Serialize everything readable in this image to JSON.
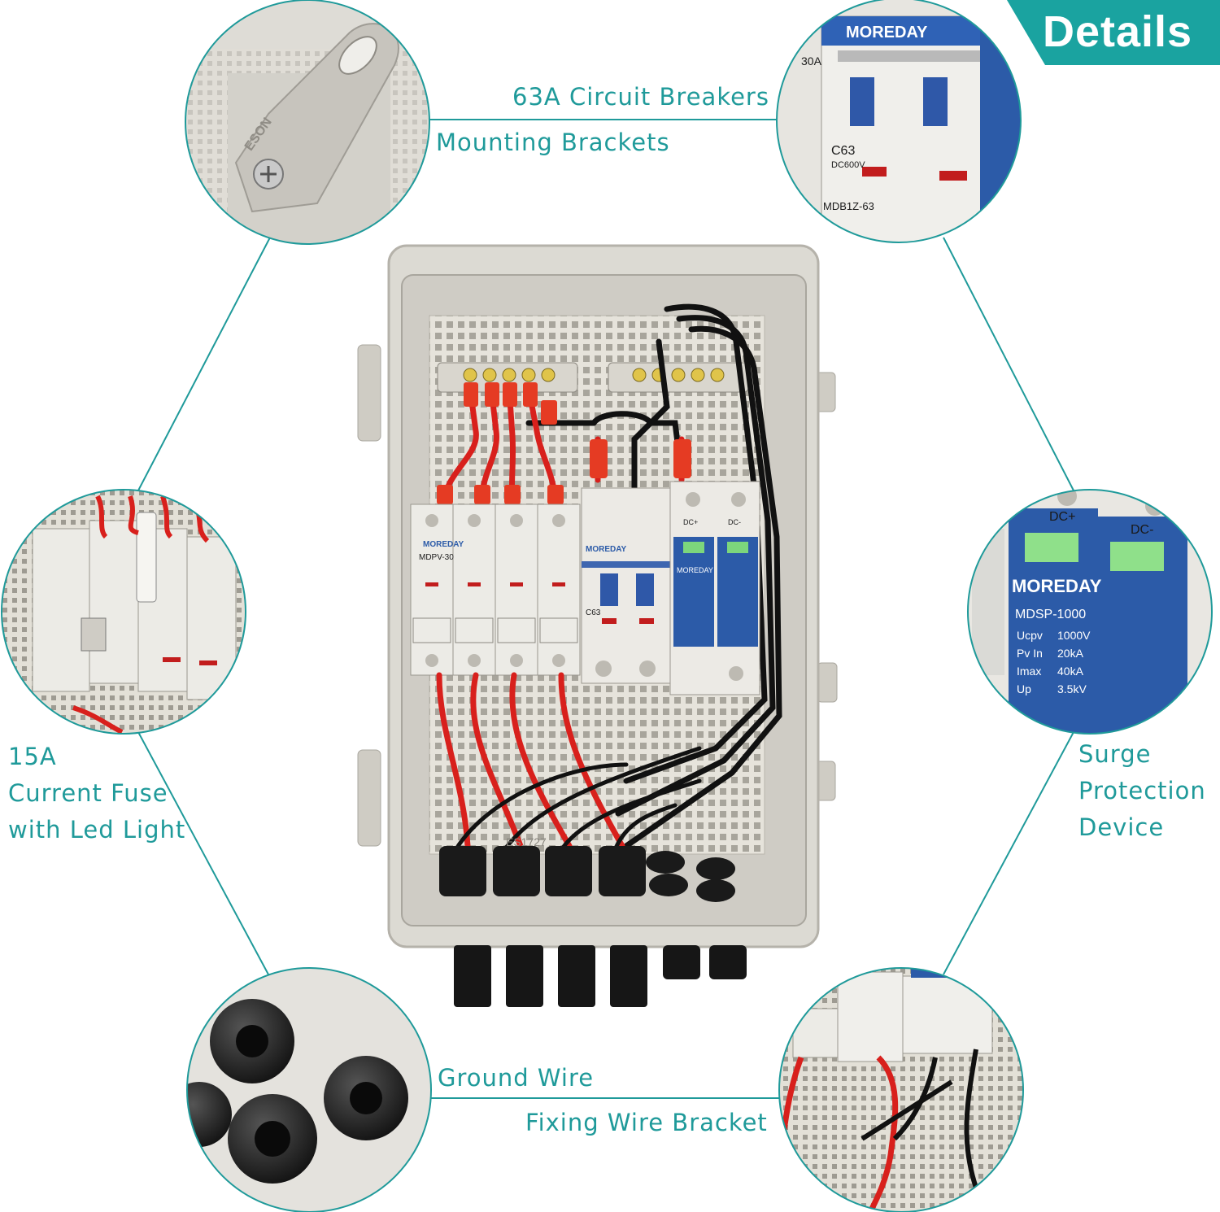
{
  "banner": {
    "title": "Details"
  },
  "callouts": {
    "breakers": "63A Circuit Breakers",
    "brackets": "Mounting Brackets",
    "fuse_line1": "15A",
    "fuse_line2": "Current Fuse",
    "fuse_line3": "with Led Light",
    "surge_line1": "Surge",
    "surge_line2": "Protection",
    "surge_line3": "Device",
    "ground": "Ground Wire",
    "fixing": "Fixing Wire Bracket"
  },
  "photo_text": {
    "brand": "MOREDAY",
    "fuse_model": "MDPV-30",
    "breaker_rating": "C63",
    "breaker_model": "MDB1Z-63",
    "breaker_voltage": "DC600V",
    "spd_model": "MDSP-1000",
    "spd_pos": "DC+",
    "spd_neg": "DC-",
    "spd_specs": [
      "Ucpv",
      "1000V",
      "Pv In",
      "20kA",
      "Imax",
      "40kA",
      "Up",
      "3.5kV"
    ],
    "bracket_text": "ESON",
    "breaker_current": "30A",
    "box_marking": "ES1727"
  },
  "colors": {
    "accent": "#1f9a9a",
    "banner": "#1aa3a0",
    "enclosure": "#dcdcd6",
    "spd_blue": "#2c5ba8",
    "wire_red": "#d8201c"
  }
}
